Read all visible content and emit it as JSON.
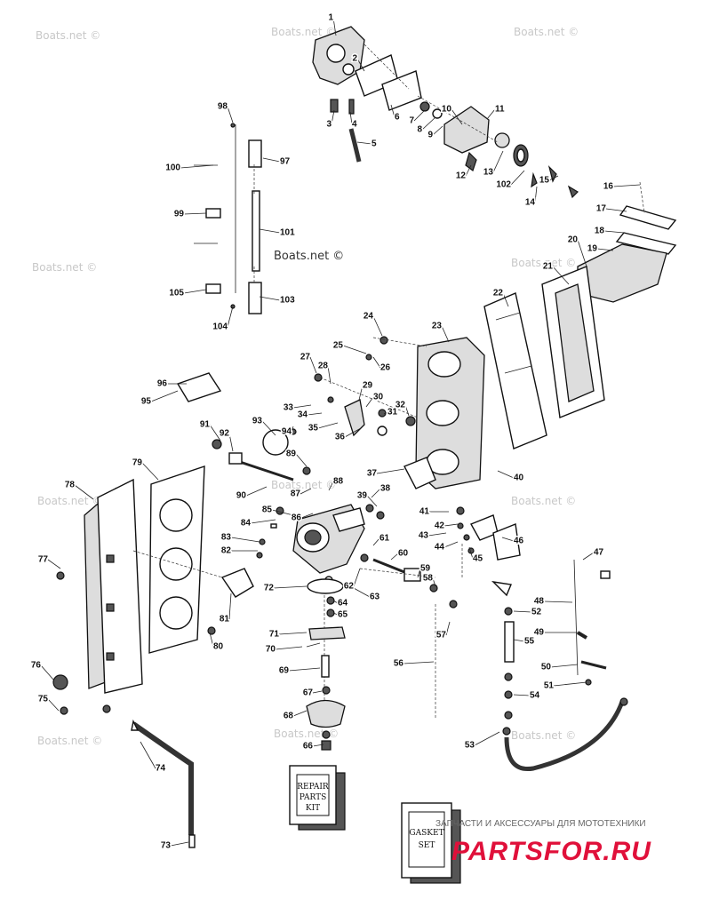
{
  "watermarks": [
    "Boats.net ©"
  ],
  "brand": {
    "tagline": "ЗАПЧАСТИ И АКСЕССУАРЫ ДЛЯ МОТОТЕХНИКИ",
    "logo": "PARTSFOR.RU"
  },
  "kits": {
    "repair": [
      "REPAIR",
      "PARTS",
      "KIT"
    ],
    "gasket": [
      "GASKET",
      "SET"
    ]
  },
  "callouts": [
    "1",
    "2",
    "3",
    "4",
    "5",
    "6",
    "7",
    "8",
    "9",
    "10",
    "11",
    "12",
    "13",
    "102",
    "14",
    "15",
    "16",
    "17",
    "18",
    "19",
    "20",
    "21",
    "22",
    "23",
    "24",
    "25",
    "26",
    "27",
    "28",
    "29",
    "30",
    "31",
    "32",
    "33",
    "34",
    "35",
    "36",
    "37",
    "38",
    "39",
    "40",
    "41",
    "42",
    "43",
    "44",
    "45",
    "46",
    "47",
    "48",
    "49",
    "50",
    "51",
    "52",
    "53",
    "54",
    "55",
    "56",
    "57",
    "58",
    "59",
    "60",
    "61",
    "62",
    "63",
    "64",
    "65",
    "66",
    "67",
    "68",
    "69",
    "70",
    "71",
    "72",
    "73",
    "74",
    "75",
    "76",
    "77",
    "78",
    "79",
    "80",
    "81",
    "82",
    "83",
    "84",
    "85",
    "86",
    "87",
    "88",
    "89",
    "90",
    "91",
    "92",
    "93",
    "94",
    "95",
    "96",
    "97",
    "98",
    "99",
    "100",
    "101",
    "103",
    "104",
    "105"
  ],
  "colors": {
    "ink": "#111111",
    "watermark": "#c8c8c8",
    "brand": "#e0103a"
  }
}
